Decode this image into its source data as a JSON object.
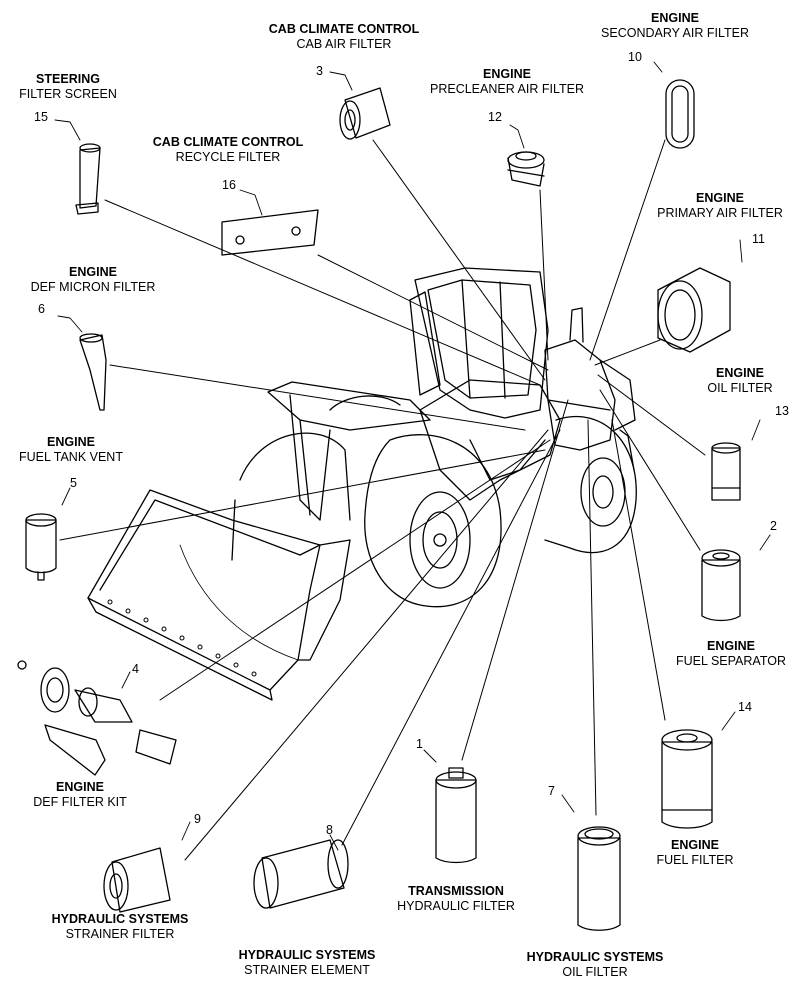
{
  "labels": [
    {
      "id": "3",
      "system": "CAB CLIMATE CONTROL",
      "name": "CAB AIR FILTER"
    },
    {
      "id": "10",
      "system": "ENGINE",
      "name": "SECONDARY AIR FILTER"
    },
    {
      "id": "12",
      "system": "ENGINE",
      "name": "PRECLEANER AIR FILTER"
    },
    {
      "id": "15",
      "system": "STEERING",
      "name": "FILTER SCREEN"
    },
    {
      "id": "16",
      "system": "CAB CLIMATE CONTROL",
      "name": "RECYCLE FILTER"
    },
    {
      "id": "11",
      "system": "ENGINE",
      "name": "PRIMARY AIR FILTER"
    },
    {
      "id": "6",
      "system": "ENGINE",
      "name": "DEF MICRON FILTER"
    },
    {
      "id": "13",
      "system": "ENGINE",
      "name": "OIL FILTER"
    },
    {
      "id": "5",
      "system": "ENGINE",
      "name": "FUEL TANK VENT"
    },
    {
      "id": "2",
      "system": "ENGINE",
      "name": "FUEL SEPARATOR"
    },
    {
      "id": "4",
      "system": "ENGINE",
      "name": "DEF FILTER KIT"
    },
    {
      "id": "14",
      "system": "ENGINE",
      "name": "FUEL FILTER"
    },
    {
      "id": "1",
      "system": "TRANSMISSION",
      "name": "HYDRAULIC FILTER"
    },
    {
      "id": "9",
      "system": "HYDRAULIC SYSTEMS",
      "name": "STRAINER FILTER"
    },
    {
      "id": "8",
      "system": "HYDRAULIC SYSTEMS",
      "name": "STRAINER ELEMENT"
    },
    {
      "id": "7",
      "system": "HYDRAULIC SYSTEMS",
      "name": "OIL FILTER"
    }
  ],
  "callouts": [
    "1",
    "2",
    "3",
    "4",
    "5",
    "6",
    "7",
    "8",
    "9",
    "10",
    "11",
    "12",
    "13",
    "14",
    "15",
    "16"
  ]
}
